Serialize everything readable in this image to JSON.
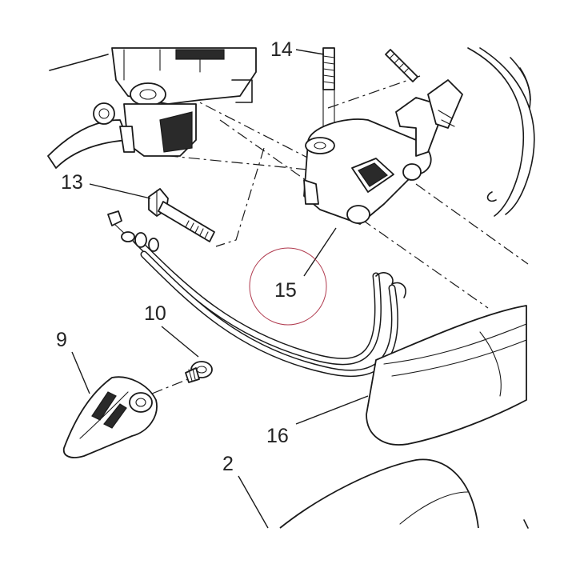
{
  "labels": {
    "l2": "2",
    "l9": "9",
    "l10": "10",
    "l13": "13",
    "l14": "14",
    "l15": "15",
    "l16": "16"
  },
  "colors": {
    "line": "#1a1a1a",
    "highlight_circle": "#b03a4e",
    "background": "#ffffff"
  }
}
